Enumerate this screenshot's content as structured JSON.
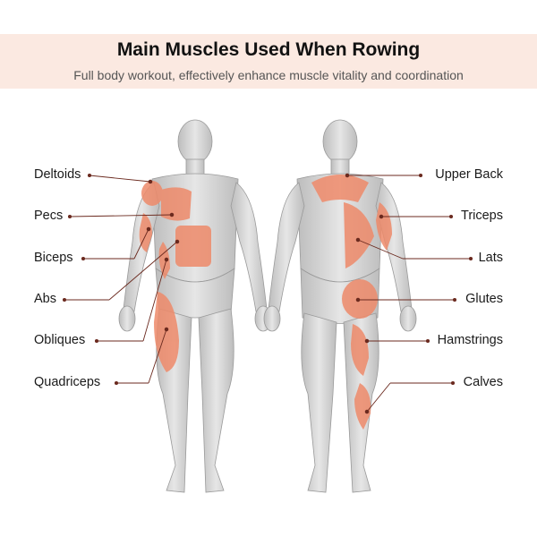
{
  "header": {
    "title": "Main Muscles Used When Rowing",
    "subtitle": "Full body workout, effectively enhance muscle vitality and coordination"
  },
  "labels_left": [
    "Deltoids",
    "Pecs",
    "Biceps",
    "Abs",
    "Obliques",
    "Quadriceps"
  ],
  "labels_right": [
    "Upper Back",
    "Triceps",
    "Lats",
    "Glutes",
    "Hamstrings",
    "Calves"
  ],
  "colors": {
    "header_bg": "#fbe9e1",
    "muscle_highlight": "#ee8a6a",
    "body_base": "#dcdcdc",
    "leader_line": "#6b2a1f"
  }
}
